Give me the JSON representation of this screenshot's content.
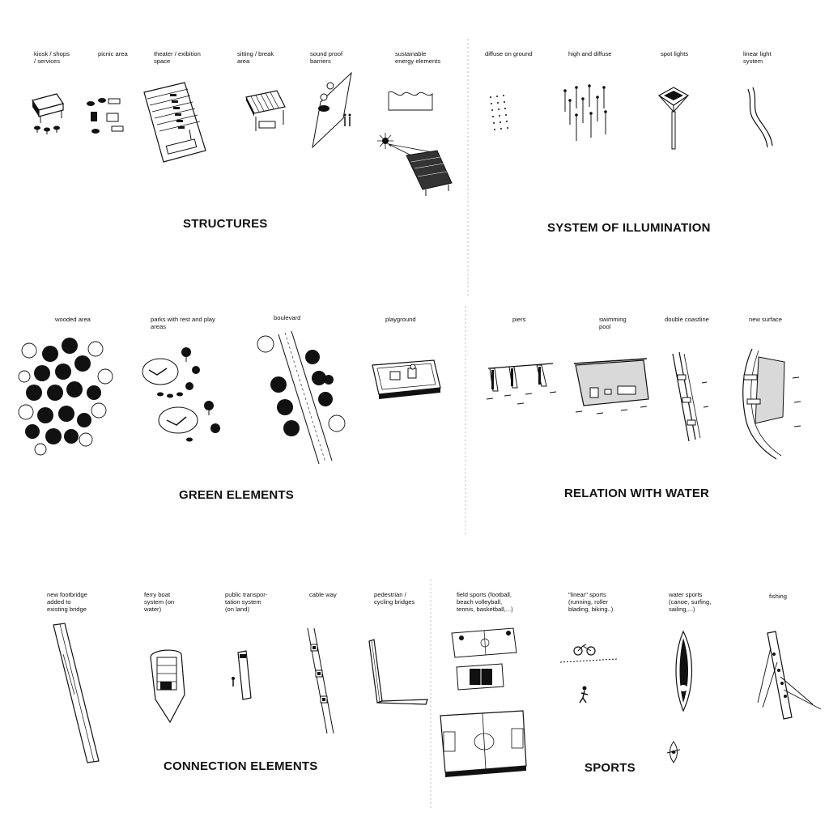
{
  "sections": {
    "structures": {
      "title": "STRUCTURES",
      "items": [
        {
          "label": "kiosk / shops\n/ services"
        },
        {
          "label": "picnic area"
        },
        {
          "label": "theater / exibition\nspace"
        },
        {
          "label": "sitting / break\narea"
        },
        {
          "label": "sound proof\nbarriers"
        },
        {
          "label": "sustainable\nenergy elements"
        }
      ]
    },
    "illumination": {
      "title": "SYSTEM OF ILLUMINATION",
      "items": [
        {
          "label": "diffuse on ground"
        },
        {
          "label": "high and diffuse"
        },
        {
          "label": "spot lights"
        },
        {
          "label": "linear light\nsystem"
        }
      ]
    },
    "green": {
      "title": "GREEN ELEMENTS",
      "items": [
        {
          "label": "wooded area"
        },
        {
          "label": "parks with rest and play\nareas"
        },
        {
          "label": "boulevard"
        },
        {
          "label": "playground"
        }
      ]
    },
    "water": {
      "title": "RELATION WITH WATER",
      "items": [
        {
          "label": "piers"
        },
        {
          "label": "swimming\npool"
        },
        {
          "label": "double coastline"
        },
        {
          "label": "new surface"
        }
      ]
    },
    "connection": {
      "title": "CONNECTION ELEMENTS",
      "items": [
        {
          "label": "new footbridge\nadded to\nexisting bridge"
        },
        {
          "label": "ferry boat\nsystem (on\nwater)"
        },
        {
          "label": "public transpor-\ntation system\n(on land)"
        },
        {
          "label": "cable way"
        },
        {
          "label": "pedestrian /\ncycling bridges"
        }
      ]
    },
    "sports": {
      "title": "SPORTS",
      "items": [
        {
          "label": "field sports (football,\nbeach volleyball,\ntennis, basketball,...)"
        },
        {
          "label": "\"linear\" sports\n(running, roller\nblading, biking..)"
        },
        {
          "label": "water sports\n(canoe, surfing,\nsailing,...)"
        },
        {
          "label": "fishing"
        }
      ]
    }
  },
  "colors": {
    "ink": "#111111",
    "divider": "#bbbbbb",
    "fill_gray": "#d9d9d9"
  },
  "icons": {
    "structures": [
      "kiosk-icon",
      "picnic-icon",
      "theater-icon",
      "shelter-icon",
      "barrier-icon",
      "solar-panel-icon"
    ],
    "illumination": [
      "ground-lights-icon",
      "pole-lights-icon",
      "spotlight-tower-icon",
      "linear-light-icon"
    ],
    "green": [
      "wooded-area-icon",
      "park-icon",
      "boulevard-icon",
      "playground-icon"
    ],
    "water": [
      "piers-icon",
      "swimming-pool-icon",
      "double-coastline-icon",
      "new-surface-icon"
    ],
    "connection": [
      "footbridge-icon",
      "ferry-boat-icon",
      "bus-icon",
      "cable-way-icon",
      "cycling-bridge-icon"
    ],
    "sports": [
      "sports-fields-icon",
      "cycling-running-icon",
      "canoe-icon",
      "fishing-pier-icon"
    ]
  }
}
